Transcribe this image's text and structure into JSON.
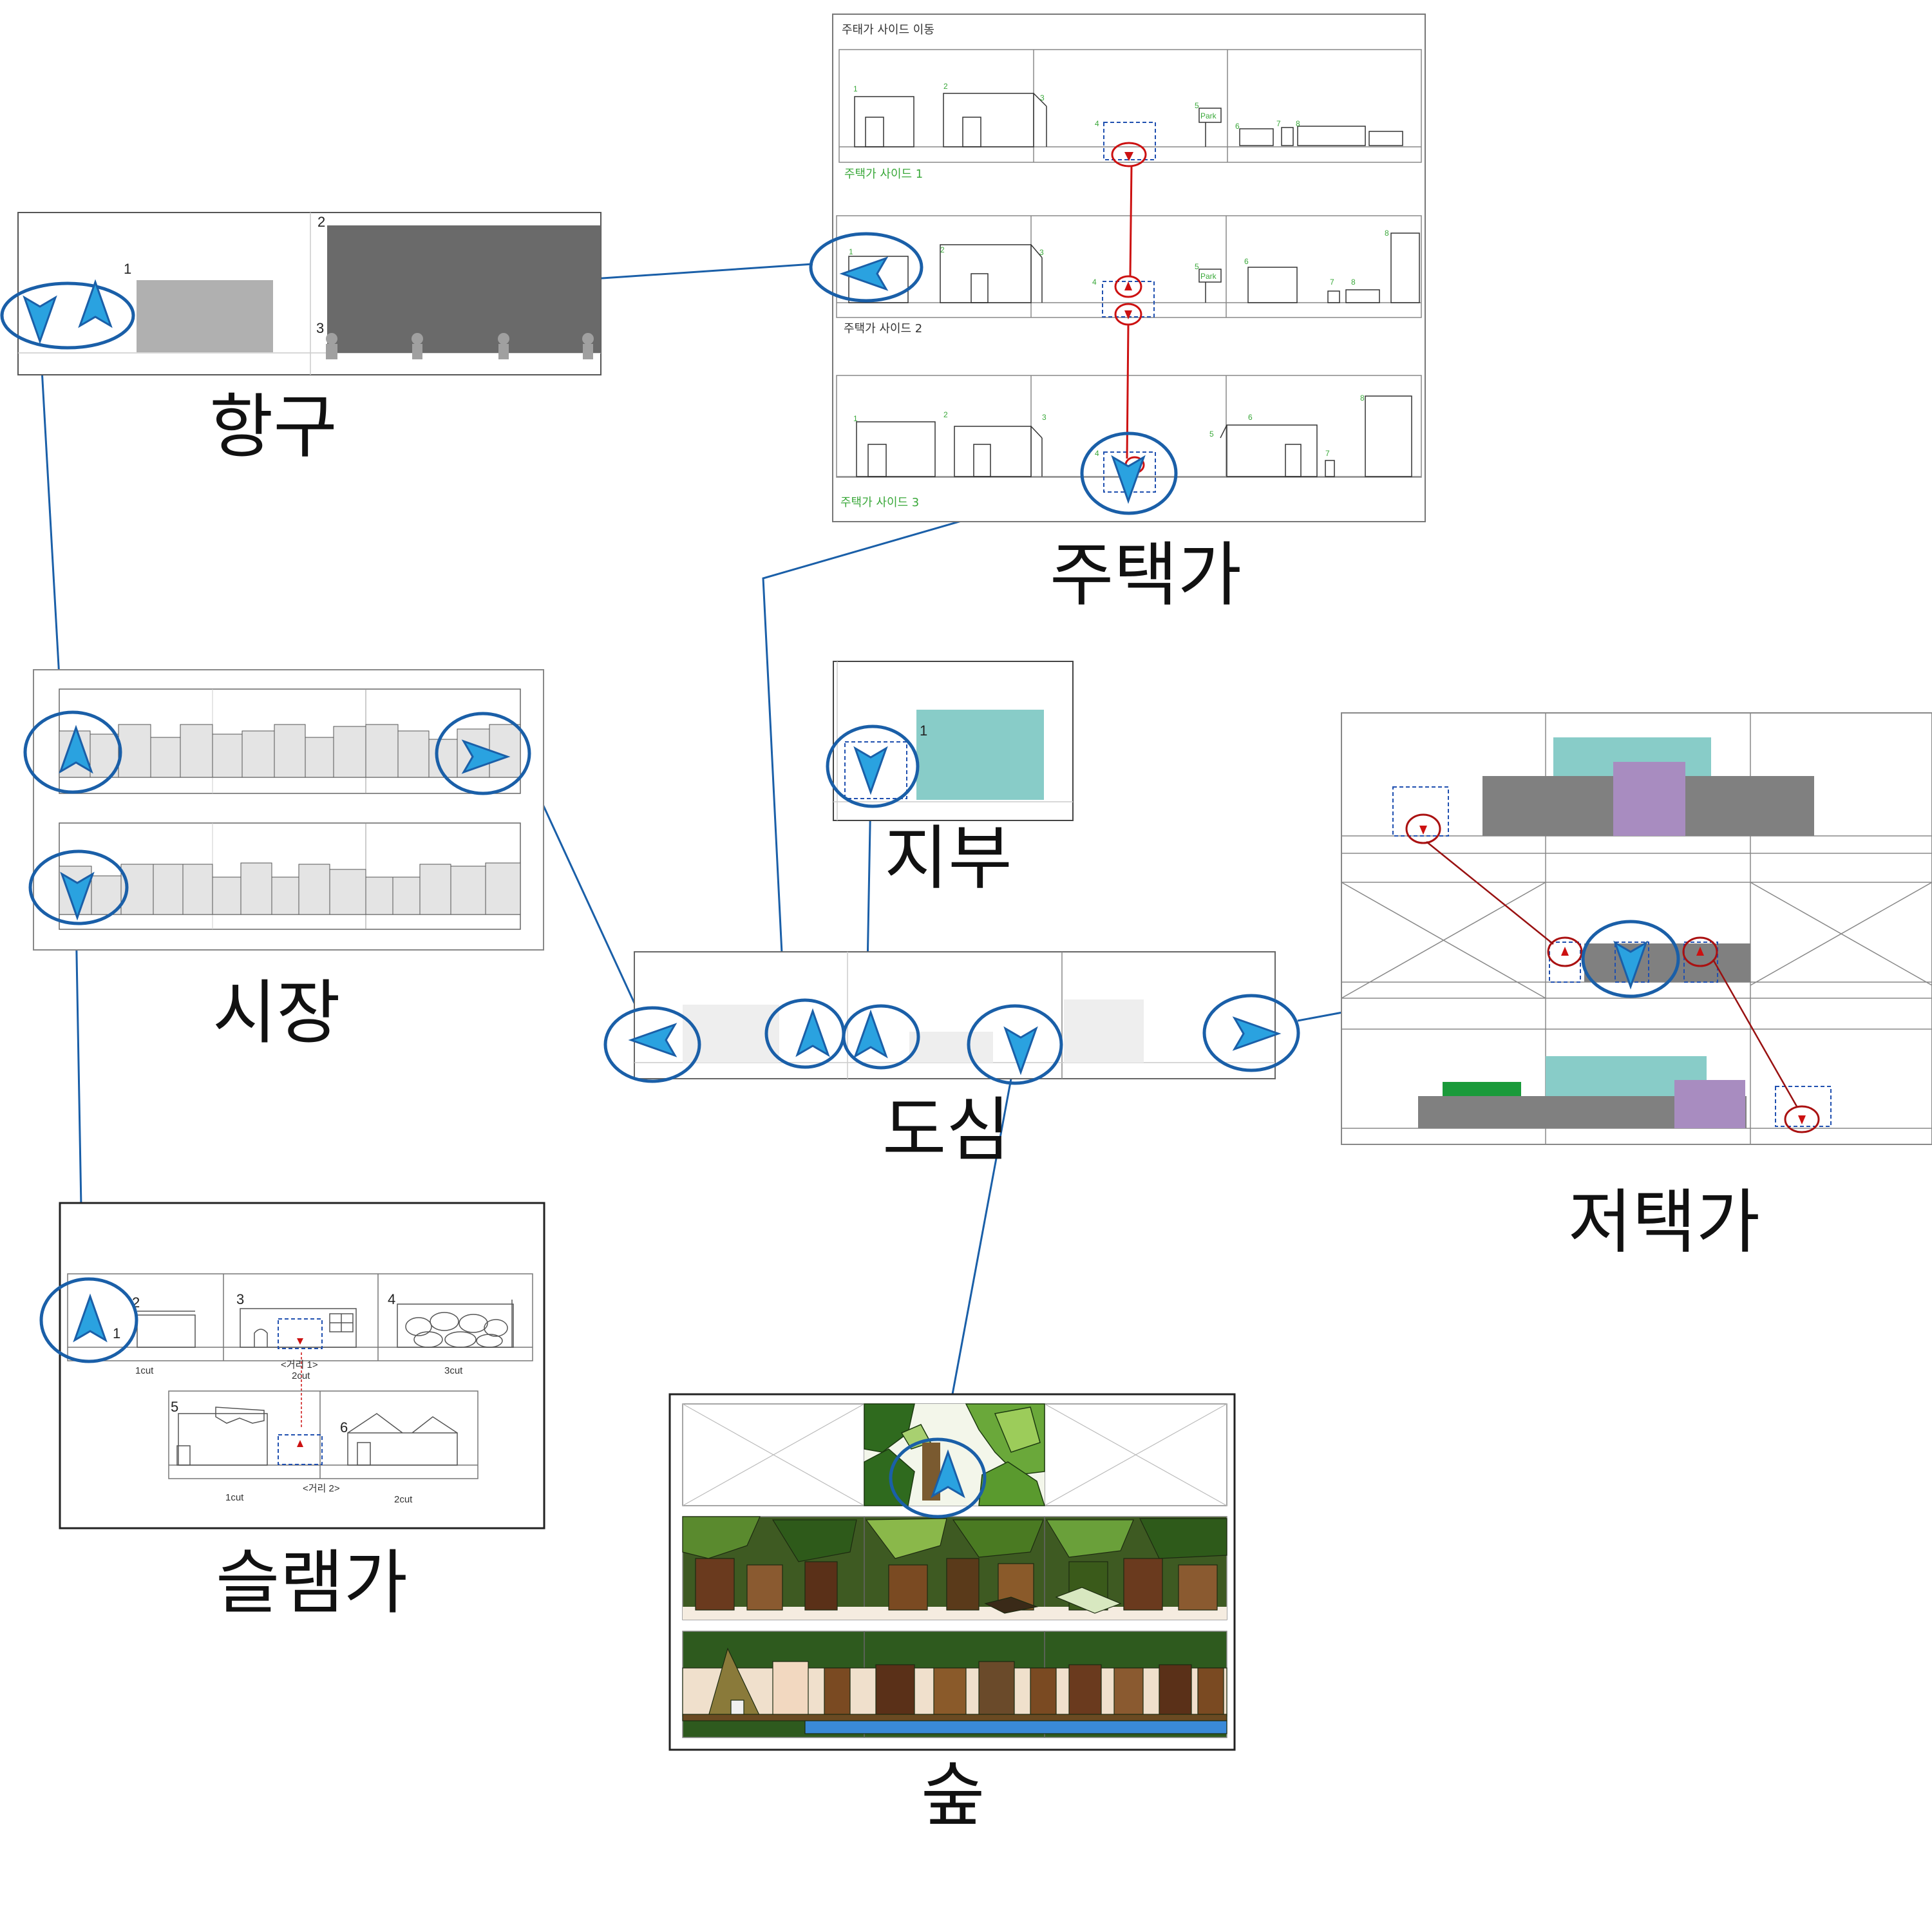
{
  "areas": {
    "harbor": {
      "title": "항구",
      "nums": [
        "1",
        "2",
        "3"
      ]
    },
    "residential": {
      "title": "주택가",
      "header": "주태가 사이드 이동",
      "side1": "주택가 사이드 1",
      "side2": "주택가 사이드 2",
      "side3": "주택가 사이드 3",
      "park_sign": "Park",
      "nums": [
        "1",
        "2",
        "3",
        "4",
        "5",
        "6",
        "7",
        "8"
      ]
    },
    "basement": {
      "title": "지부",
      "num": "1"
    },
    "market": {
      "title": "시장"
    },
    "downtown": {
      "title": "도심"
    },
    "mansion": {
      "title": "저택가"
    },
    "slum": {
      "title": "슬램가",
      "nums": [
        "1",
        "2",
        "3",
        "4",
        "5",
        "6"
      ],
      "cut1": "1cut",
      "cut2": "2cut",
      "cut3": "3cut",
      "street1": "<거리 1>",
      "street2": "<거리 2>",
      "cut1b": "1cut",
      "cut2b": "2cut"
    },
    "forest": {
      "title": "숲"
    }
  },
  "icons": [
    "arrow-up-icon",
    "arrow-down-icon",
    "arrow-left-icon",
    "arrow-right-icon"
  ],
  "colors": {
    "link_blue": "#1a5fa8",
    "arrow_fill": "#2aa2e0",
    "marker_red": "#cc1111",
    "mansion_teal": "#88ccc8",
    "mansion_purple": "#a88cc0",
    "mansion_gray": "#808080",
    "mansion_green": "#1a9a3a",
    "basement_teal": "#88ccc8",
    "harbor_dark": "#6a6a6a",
    "harbor_light": "#b0b0b0"
  }
}
